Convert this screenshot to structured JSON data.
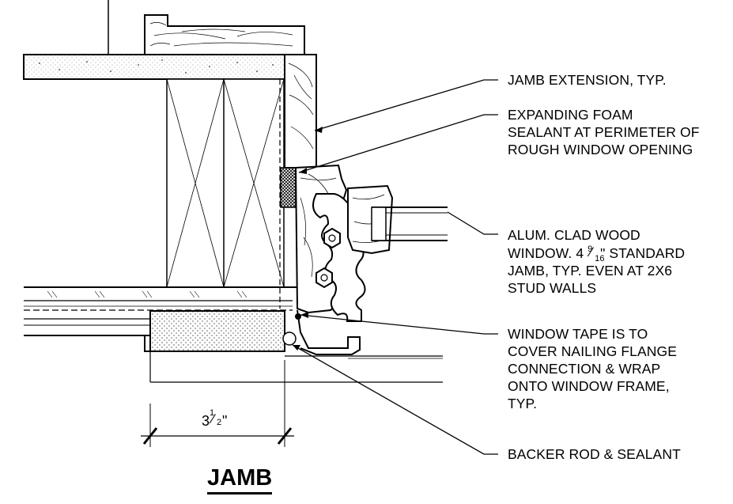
{
  "title": "JAMB",
  "dimension": {
    "whole": "3",
    "num": "1",
    "den": "2",
    "unit": "\""
  },
  "callouts": [
    {
      "lines": [
        "JAMB EXTENSION, TYP."
      ]
    },
    {
      "lines": [
        "EXPANDING FOAM",
        "SEALANT AT PERIMETER OF",
        "ROUGH WINDOW OPENING"
      ]
    },
    {
      "lines": [
        "ALUM. CLAD WOOD"
      ]
    },
    {
      "lines": [
        "JAMB, TYP. EVEN AT 2X6",
        "STUD WALLS"
      ]
    },
    {
      "lines": [
        "WINDOW TAPE IS TO",
        "COVER NAILING FLANGE",
        "CONNECTION & WRAP",
        "ONTO WINDOW FRAME,",
        "TYP."
      ]
    },
    {
      "lines": [
        "BACKER ROD & SEALANT"
      ]
    }
  ],
  "window_line": {
    "prefix": "WINDOW. 4 ",
    "num": "9",
    "den": "16",
    "suffix": "\" STANDARD"
  }
}
